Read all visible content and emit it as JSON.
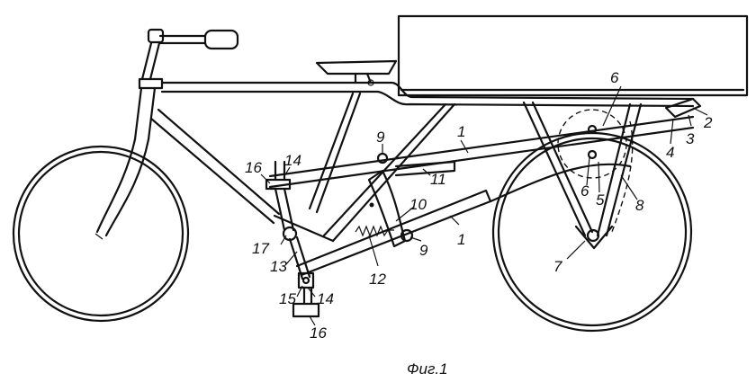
{
  "caption": "Фиг.1",
  "labels": {
    "l1a": "1",
    "l1b": "1",
    "l2": "2",
    "l3": "3",
    "l4": "4",
    "l5": "5",
    "l6a": "6",
    "l6b": "6",
    "l7": "7",
    "l8": "8",
    "l9a": "9",
    "l9b": "9",
    "l10": "10",
    "l11": "11",
    "l12": "12",
    "l13": "13",
    "l14a": "14",
    "l14b": "14",
    "l15": "15",
    "l16a": "16",
    "l16b": "16",
    "l17": "17"
  }
}
